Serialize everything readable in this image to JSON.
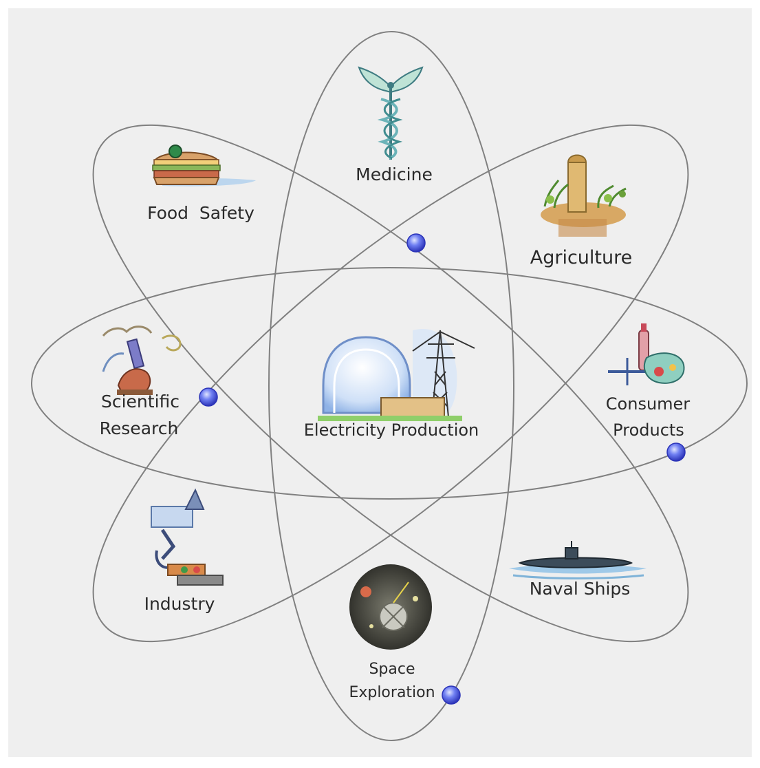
{
  "center_label": "Electricity Production",
  "labels": {
    "medicine": "Medicine",
    "food_safety": "Food  Safety",
    "agriculture": "Agriculture",
    "scientific_research_1": "Scientific",
    "scientific_research_2": "Research",
    "consumer_products_1": "Consumer",
    "consumer_products_2": "Products",
    "industry": "Industry",
    "naval_ships": "Naval Ships",
    "space_exploration_1": "Space",
    "space_exploration_2": "Exploration"
  },
  "icons": {
    "medicine": "caduceus-icon",
    "food_safety": "sandwich-icon",
    "agriculture": "silo-farm-icon",
    "scientific_research": "microscope-icon",
    "consumer_products": "consumer-goods-icon",
    "industry": "robotic-arm-icon",
    "naval_ships": "submarine-icon",
    "space_exploration": "space-probe-icon",
    "electricity_production": "power-plant-icon"
  },
  "colors": {
    "background": "#efefef",
    "orbit_stroke": "#808080",
    "electron": "#4b5de8"
  }
}
